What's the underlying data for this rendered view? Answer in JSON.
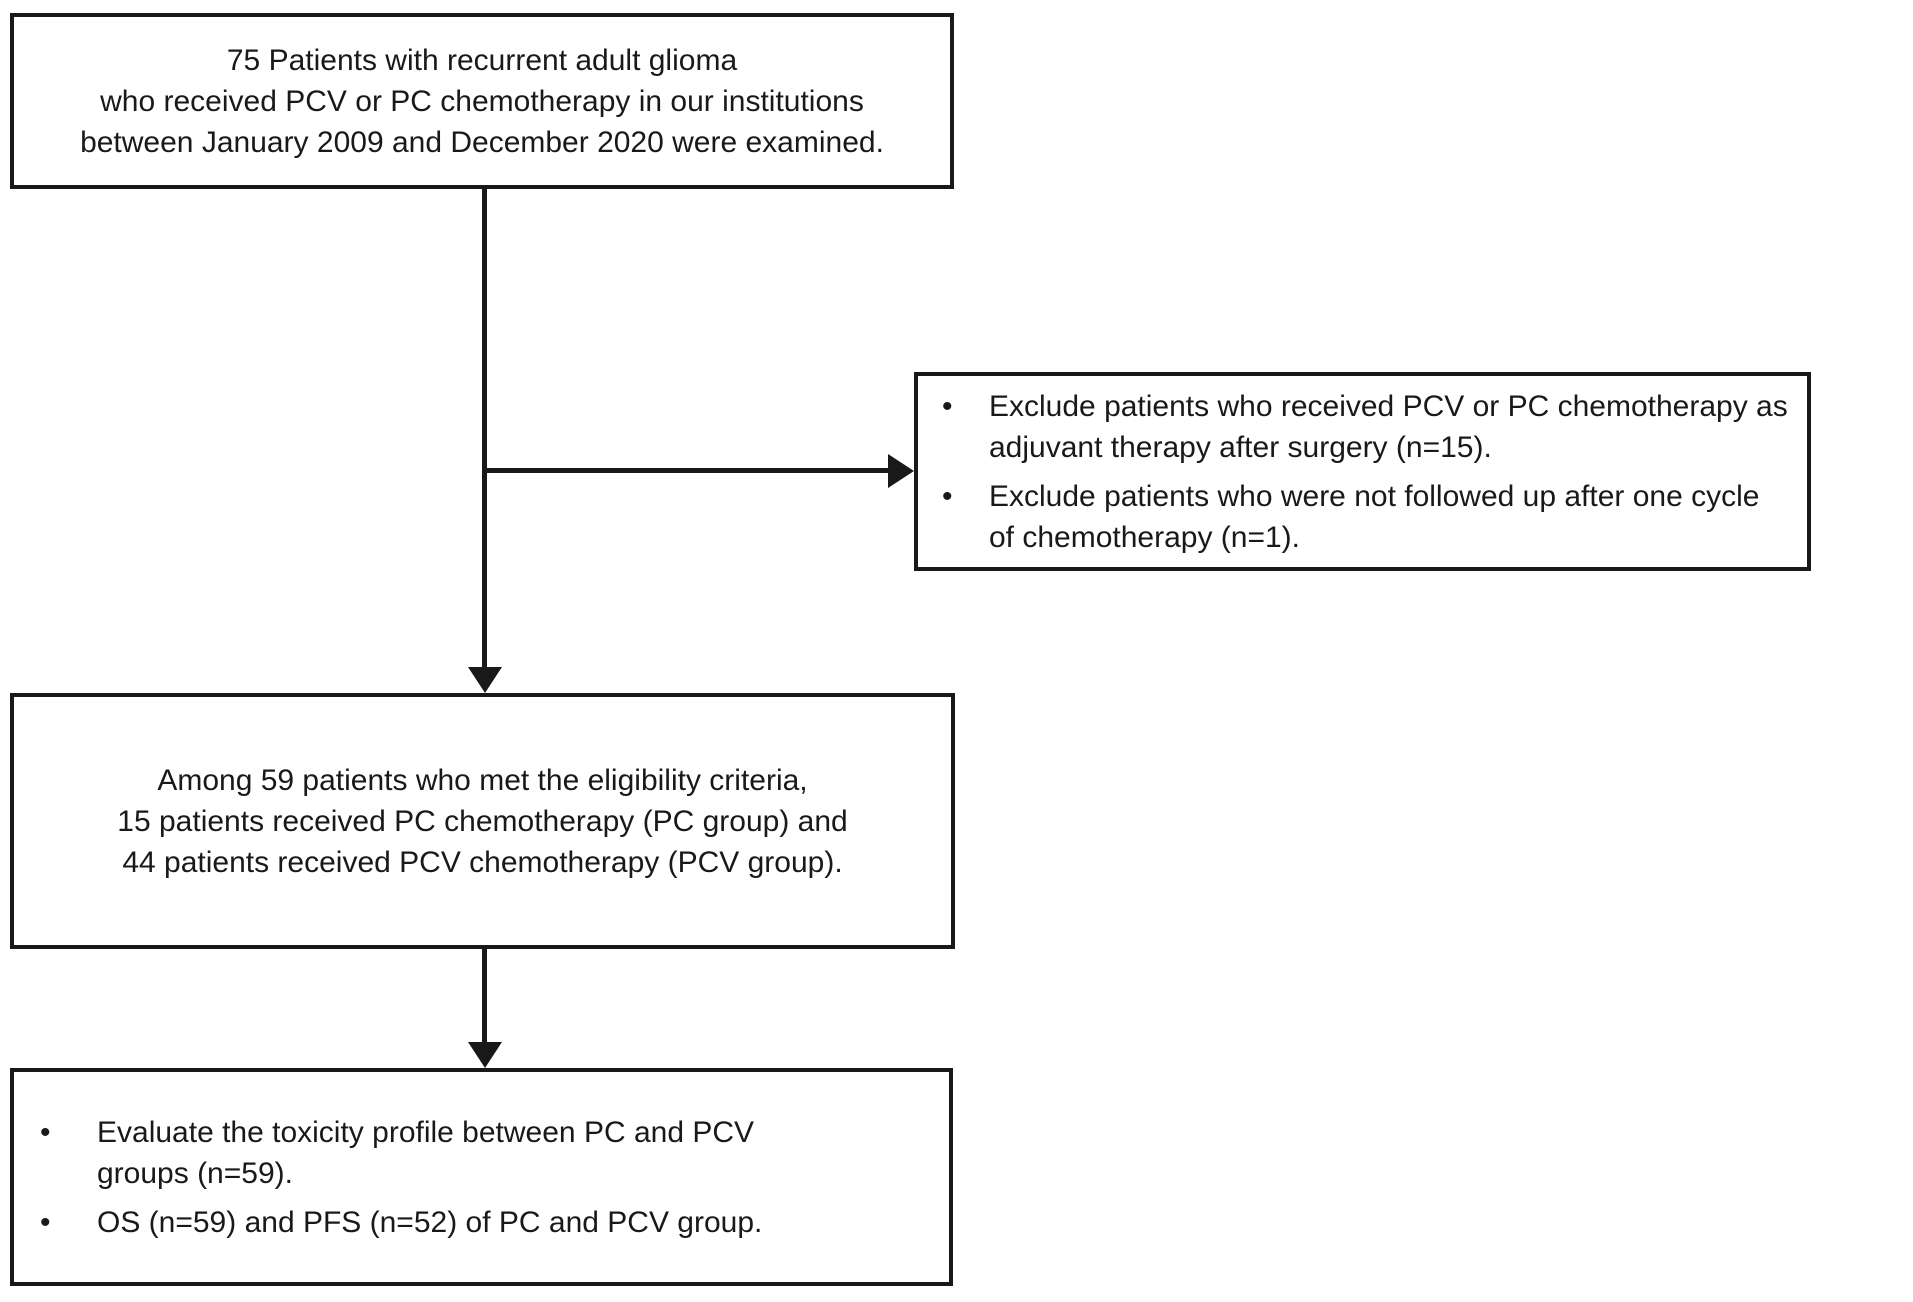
{
  "diagram": {
    "bullet_char": "•",
    "colors": {
      "ink": "#191919",
      "background": "#ffffff"
    },
    "boxes": {
      "examined": {
        "lines": [
          "75 Patients with recurrent adult glioma",
          "who received PCV or PC chemotherapy in our institutions",
          "between January 2009 and December 2020 were examined."
        ]
      },
      "excluded": {
        "items": [
          {
            "lines": [
              "Exclude patients who received PCV or PC chemotherapy as",
              "adjuvant therapy after surgery (n=15)."
            ]
          },
          {
            "lines": [
              "Exclude patients who were not followed up after one cycle",
              "of chemotherapy (n=1)."
            ]
          }
        ]
      },
      "eligible": {
        "lines": [
          "Among 59 patients who met the eligibility criteria,",
          "15 patients received PC chemotherapy (PC group) and",
          "44 patients received PCV chemotherapy (PCV group)."
        ]
      },
      "outcomes": {
        "items": [
          {
            "lines": [
              "Evaluate the toxicity profile between PC and PCV",
              "groups (n=59)."
            ]
          },
          {
            "lines": [
              "OS (n=59) and PFS (n=52) of PC and PCV group."
            ]
          }
        ]
      }
    }
  }
}
